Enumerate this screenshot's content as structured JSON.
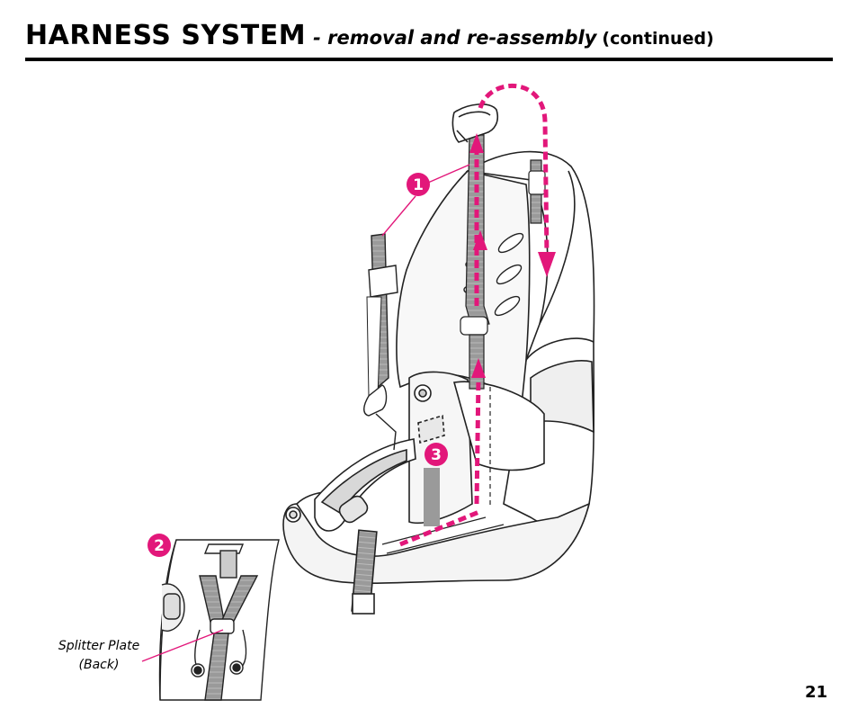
{
  "header": {
    "title": "HARNESS SYSTEM",
    "subtitle": "- removal and re-assembly",
    "continued": "(continued)"
  },
  "figure": {
    "callouts": [
      "1",
      "2",
      "3"
    ],
    "caption_line1": "Splitter Plate",
    "caption_line2": "(Back)",
    "accent_color": "#e2177a"
  },
  "footer": {
    "page_number": "21"
  }
}
